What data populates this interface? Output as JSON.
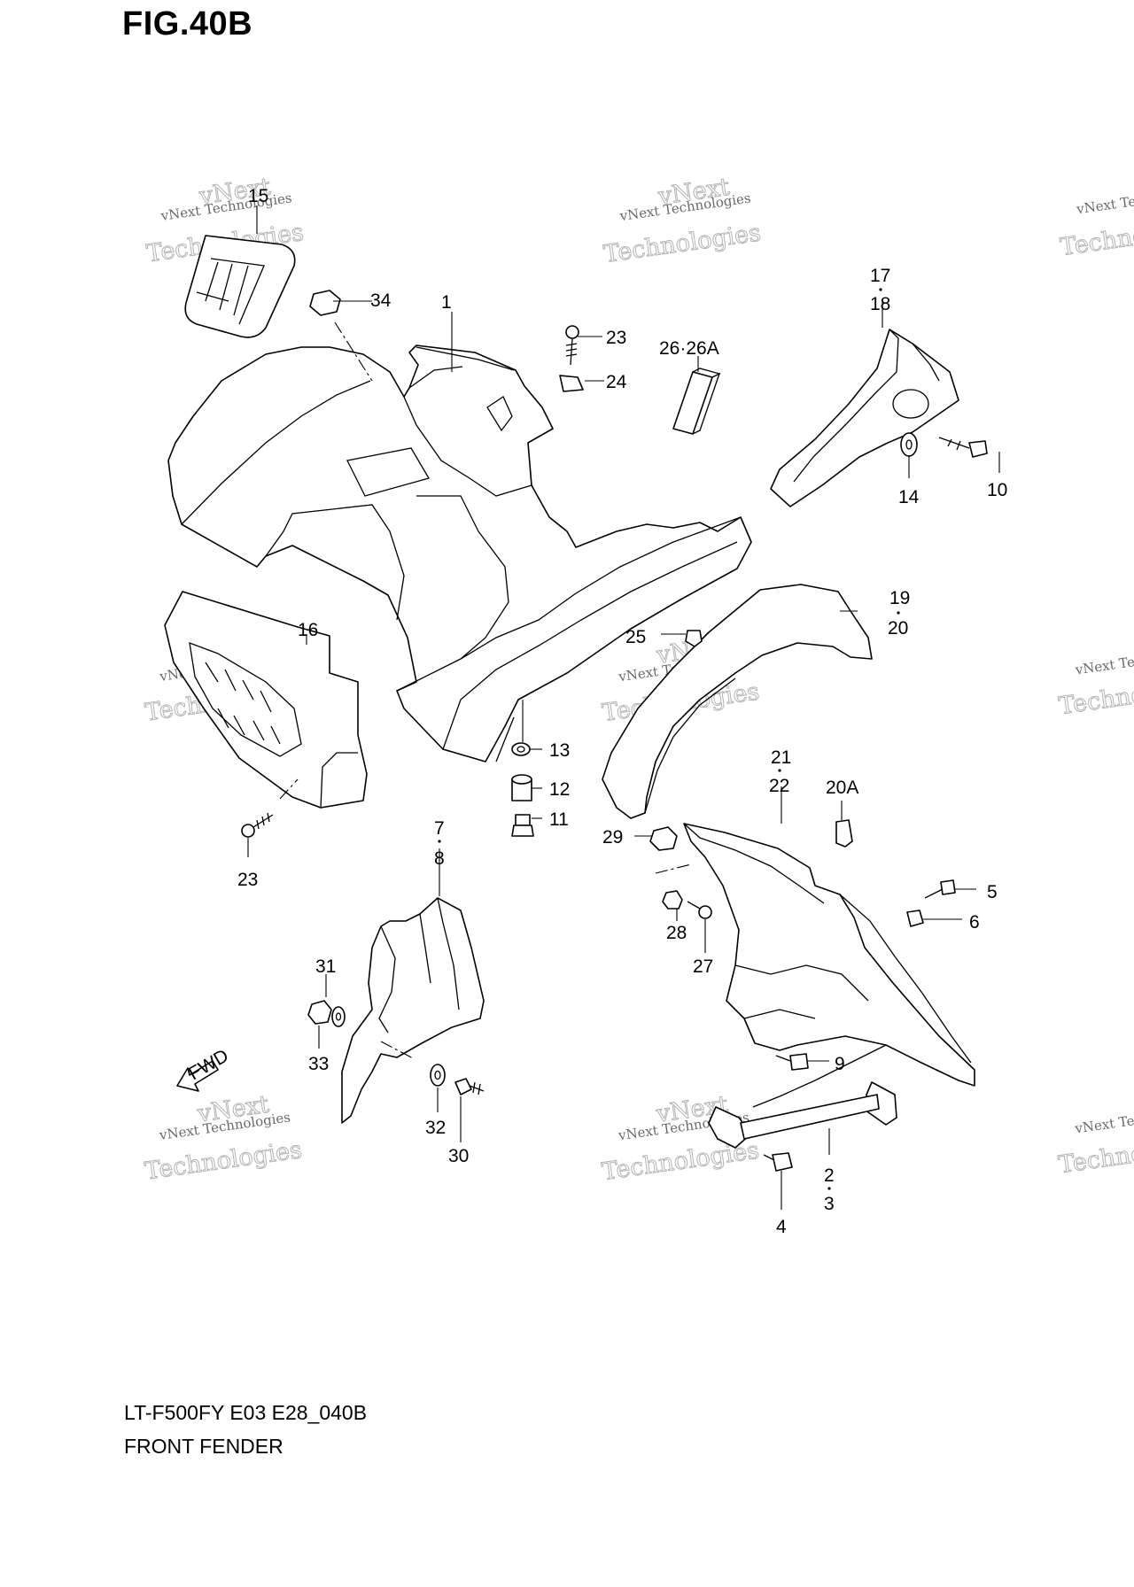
{
  "figure": {
    "title": "FIG.40B"
  },
  "footer": {
    "model_code": "LT-F500FY E03 E28_040B",
    "part_name": "FRONT FENDER"
  },
  "watermark": {
    "line1": "vNext Technologies",
    "line2": "Technologies",
    "line3": "vNext"
  },
  "callouts": {
    "c1": "1",
    "c2": "2",
    "c3": "3",
    "c4": "4",
    "c5": "5",
    "c6": "6",
    "c7": "7",
    "c8": "8",
    "c9": "9",
    "c10": "10",
    "c11": "11",
    "c12": "12",
    "c13": "13",
    "c14": "14",
    "c15": "15",
    "c16": "16",
    "c17": "17",
    "c18": "18",
    "c19": "19",
    "c20": "20",
    "c20a": "20A",
    "c21": "21",
    "c22": "22",
    "c23a": "23",
    "c23b": "23",
    "c24": "24",
    "c25": "25",
    "c26": "26·26A",
    "c27": "27",
    "c28": "28",
    "c29": "29",
    "c30": "30",
    "c31": "31",
    "c32": "32",
    "c33": "33",
    "c34": "34"
  },
  "fwd_label": "FWD"
}
